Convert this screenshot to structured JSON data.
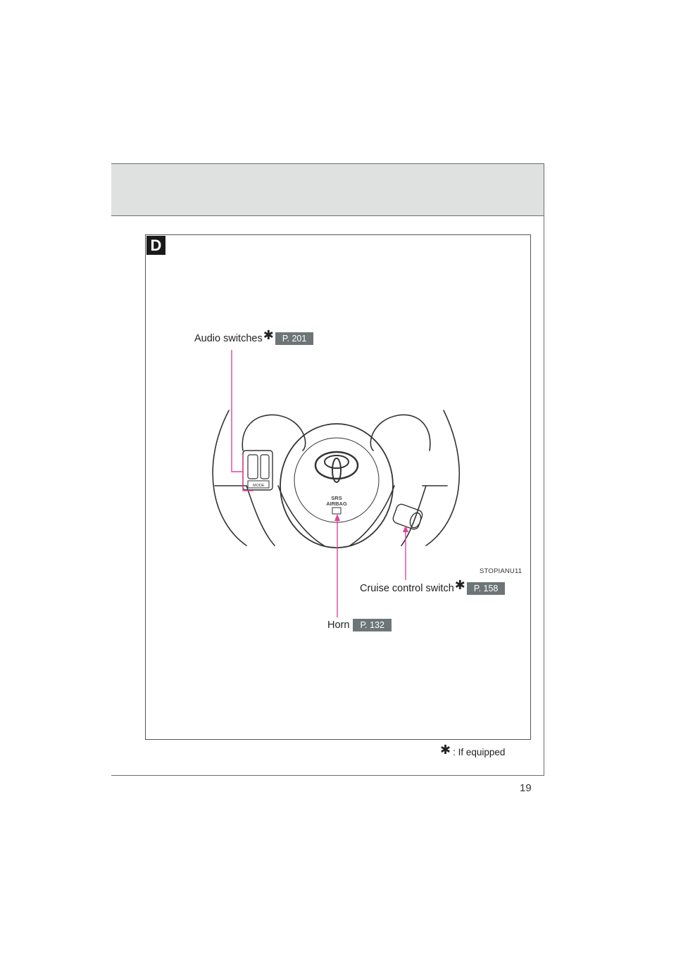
{
  "page": {
    "number": "19",
    "section_letter": "D"
  },
  "figure": {
    "code": "STOPIANU11",
    "logo_text_line1": "SRS",
    "logo_text_line2": "AIRBAG",
    "mode_label": "MODE"
  },
  "callouts": {
    "audio": {
      "label": "Audio switches",
      "page_ref": "P. 201"
    },
    "cruise": {
      "label": "Cruise control switch",
      "page_ref": "P. 158"
    },
    "horn": {
      "label": "Horn",
      "page_ref": "P. 132"
    }
  },
  "footnote": {
    "symbol": "✱",
    "text": ": If equipped"
  },
  "colors": {
    "leader_line": "#e0449a",
    "page_ref_bg": "#6e7577",
    "header_band": "#dfe1e0"
  }
}
